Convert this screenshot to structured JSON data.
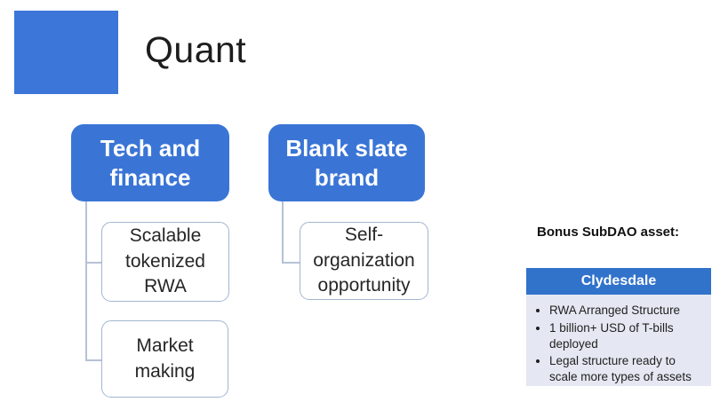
{
  "slide": {
    "title": "Quant"
  },
  "diagram": {
    "branches": [
      {
        "label": "Tech and finance",
        "children": [
          "Scalable tokenized RWA",
          "Market making"
        ]
      },
      {
        "label": "Blank slate brand",
        "children": [
          "Self-organization opportunity"
        ]
      }
    ]
  },
  "bonus": {
    "label": "Bonus SubDAO asset:",
    "card_title": "Clydesdale",
    "bullets": [
      "RWA Arranged Structure",
      "1 billion+ USD of T-bills deployed",
      "Legal structure ready to scale more types of assets"
    ]
  },
  "colors": {
    "logo_blue": "#3B76D8",
    "node_blue": "#3A75D6",
    "card_header_blue": "#3172CB",
    "card_body_lavender": "#E5E8F2",
    "node_border": "#A3B6CF",
    "connector": "#B6C2D4",
    "title_text": "#1d1d1d"
  }
}
